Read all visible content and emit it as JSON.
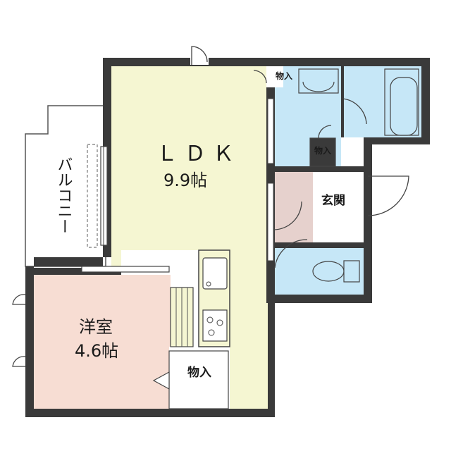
{
  "rooms": {
    "ldk": {
      "name": "ＬＤＫ",
      "size": "9.9帖",
      "color": "#f5f6d2"
    },
    "western": {
      "name": "洋室",
      "size": "4.6帖",
      "color": "#f7ddd3"
    },
    "balcony": {
      "name": "バルコニー"
    },
    "entrance": {
      "name": "玄関",
      "color": "#e6d1cd"
    },
    "storage_ldk": {
      "name": "物入"
    },
    "storage_top": {
      "name": "物入"
    },
    "storage_mid": {
      "name": "物入"
    },
    "bath_color": "#c6e7f7",
    "wall_color": "#3a3a3a"
  }
}
